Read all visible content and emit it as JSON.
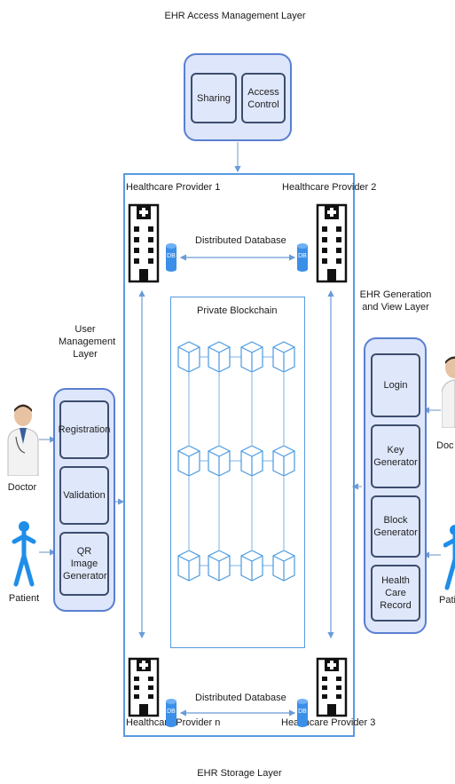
{
  "access_layer": {
    "title": "EHR Access Management Layer",
    "sharing": "Sharing",
    "access_control": "Access Control"
  },
  "storage_layer": {
    "title": "EHR Storage Layer",
    "provider_1": "Healthcare Provider 1",
    "provider_2": "Healthcare Provider 2",
    "provider_3": "Healthcare Provider 3",
    "provider_n": "Healthcare Provider n",
    "distributed_db_top": "Distributed Database",
    "distributed_db_bottom": "Distributed Database",
    "db_label": "DB",
    "blockchain_title": "Private Blockchain"
  },
  "user_layer": {
    "title": "User Management Layer",
    "registration": "Registration",
    "validation": "Validation",
    "qr": "QR Image Generator"
  },
  "ehr_layer": {
    "title": "EHR  Generation and View Layer",
    "login": "Login",
    "key": "Key Generator",
    "block": "Block Generator",
    "record": "Health Care Record"
  },
  "actors": {
    "doctor_left": "Doctor",
    "patient_left": "Patient",
    "doctor_right": "Doc",
    "patient_right": "Pati"
  }
}
